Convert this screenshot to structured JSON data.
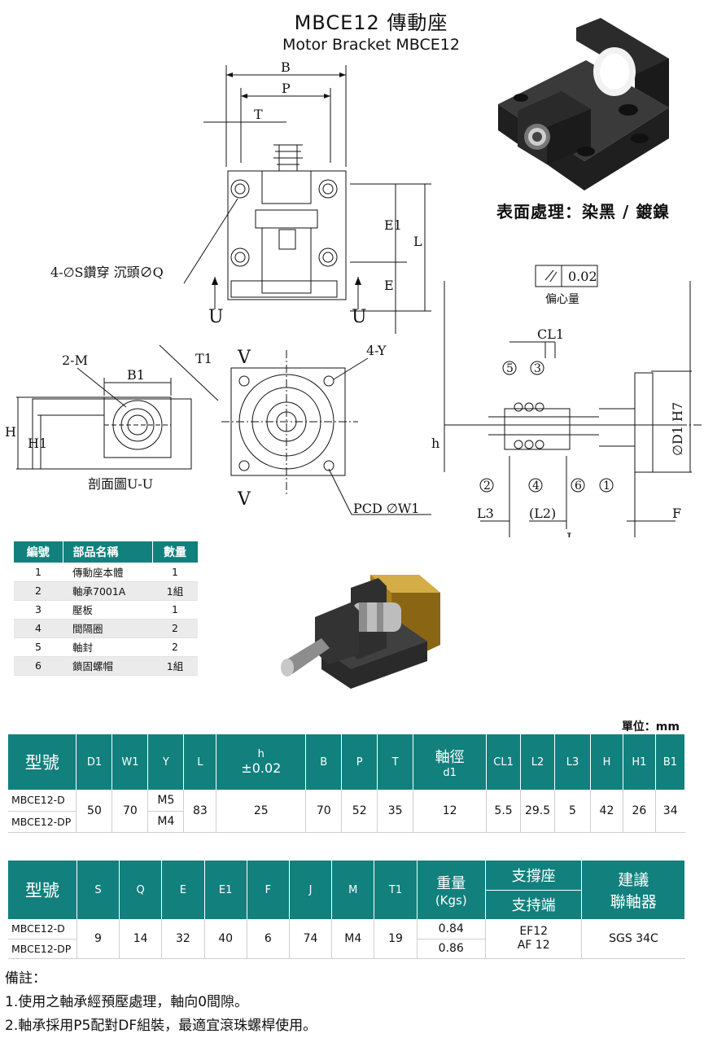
{
  "header": {
    "title_zh": "MBCE12 傳動座",
    "title_en": "Motor Bracket MBCE12",
    "finish": "表面處理：染黑 / 鍍鎳"
  },
  "drawing": {
    "top_view": {
      "B": "B",
      "P": "P",
      "T": "T",
      "E1": "E1",
      "L": "L",
      "E": "E",
      "hole_note": "4-∅S鑽穿 沉頭∅Q",
      "U_left": "U",
      "U_right": "U"
    },
    "side_view": {
      "M": "2-M",
      "B1": "B1",
      "T1": "T1",
      "H": "H",
      "H1": "H1",
      "caption": "剖面圖U-U"
    },
    "front_view": {
      "V_top": "V",
      "V_bottom": "V",
      "Y": "4-Y",
      "pcd": "PCD ∅W1"
    },
    "section_view": {
      "runout": "0.02",
      "runout_label": "偏心量",
      "CL1": "CL1",
      "h": "h",
      "D1H7": "∅D1 H7",
      "L3": "L3",
      "L2": "(L2)",
      "J": "J",
      "F": "F",
      "balloons": [
        "5",
        "3",
        "2",
        "4",
        "6",
        "1"
      ]
    }
  },
  "parts_table": {
    "headers": [
      "編號",
      "部品名稱",
      "數量"
    ],
    "rows": [
      [
        "1",
        "傳動座本體",
        "1"
      ],
      [
        "2",
        "軸承7001A",
        "1組"
      ],
      [
        "3",
        "壓板",
        "1"
      ],
      [
        "4",
        "間隔圈",
        "2"
      ],
      [
        "5",
        "軸封",
        "2"
      ],
      [
        "6",
        "鎖固螺帽",
        "1組"
      ]
    ]
  },
  "unit_label": "單位：mm",
  "spec_table1": {
    "headers": {
      "model": "型號",
      "D1": "D1",
      "W1": "W1",
      "Y": "Y",
      "L": "L",
      "h": "h",
      "h_tol": "±0.02",
      "B": "B",
      "P": "P",
      "T": "T",
      "d1": "軸徑",
      "d1_sub": "d1",
      "CL1": "CL1",
      "L2": "L2",
      "L3": "L3",
      "H": "H",
      "H1": "H1",
      "B1": "B1"
    },
    "models": [
      "MBCE12-D",
      "MBCE12-DP"
    ],
    "Y": [
      "M5",
      "M4"
    ],
    "values": {
      "D1": "50",
      "W1": "70",
      "L": "83",
      "h": "25",
      "B": "70",
      "P": "52",
      "T": "35",
      "d1": "12",
      "CL1": "5.5",
      "L2": "29.5",
      "L3": "5",
      "H": "42",
      "H1": "26",
      "B1": "34"
    }
  },
  "spec_table2": {
    "headers": {
      "model": "型號",
      "S": "S",
      "Q": "Q",
      "E": "E",
      "E1": "E1",
      "F": "F",
      "J": "J",
      "M": "M",
      "T1": "T1",
      "weight": "重量",
      "weight_unit": "(Kgs)",
      "support": "支撐座",
      "support_end": "支持端",
      "coupling": "建議",
      "coupling2": "聯軸器"
    },
    "models": [
      "MBCE12-D",
      "MBCE12-DP"
    ],
    "weights": [
      "0.84",
      "0.86"
    ],
    "values": {
      "S": "9",
      "Q": "14",
      "E": "32",
      "E1": "40",
      "F": "6",
      "J": "74",
      "M": "M4",
      "T1": "19",
      "support1": "EF12",
      "support2": "AF 12",
      "coupling": "SGS 34C"
    }
  },
  "notes": {
    "title": "備註：",
    "items": [
      "1.使用之軸承經預壓處理，軸向0間隙。",
      "2.軸承採用P5配對DF組裝，最適宜滾珠螺桿使用。"
    ]
  },
  "colors": {
    "header_teal": "#12807d",
    "row_gray": "#ebebeb",
    "body_black": "#2e2e2e",
    "motor_gold": "#a8801e"
  }
}
